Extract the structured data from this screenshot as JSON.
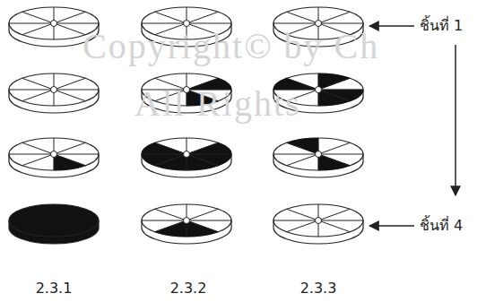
{
  "diagram": {
    "labels": [
      "Copyright© by Ch",
      "All Rights",
      "ชิ้นที่ 1",
      "ชิ้นที่ 4",
      "2.3.1",
      "2.3.2",
      "2.3.3"
    ]
  }
}
